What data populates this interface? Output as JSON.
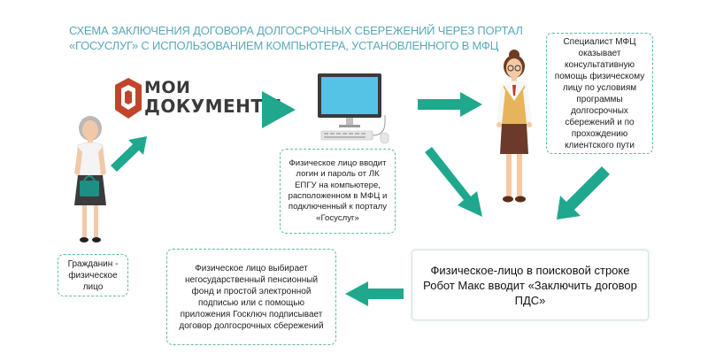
{
  "title": {
    "line1": "СХЕМА ЗАКЛЮЧЕНИЯ ДОГОВОРА ДОЛГОСРОЧНЫХ СБЕРЕЖЕНИЙ ЧЕРЕЗ ПОРТАЛ",
    "line2": "«ГОСУСЛУГ» С ИСПОЛЬЗОВАНИЕМ КОМПЬЮТЕРА, УСТАНОВЛЕННОГО В МФЦ"
  },
  "logo": {
    "line1": "мои",
    "line2": "документы"
  },
  "boxes": {
    "citizen": "Гражданин - физическое лицо",
    "login": "Физическое лицо вводит логин и пароль от ЛК ЕПГУ на компьютере, расположенном в МФЦ и подключенный к порталу «Госуслуг»",
    "specialist": "Специалист МФЦ оказывает консультативную помощь физическому лицу по условиям программы долгосрочных сбережений и по прохождению клиентского пути",
    "search": "Физическое-лицо в поисковой строке Робот Макс вводит «Заключить договор ПДС»",
    "choose": "Физическое лицо выбирает негосударственный пенсионный фонд и простой электронной подписью или с помощью приложения Госключ подписывает договор долгосрочных сбережений"
  },
  "colors": {
    "accent": "#1fa88e",
    "title": "#5aa7b8",
    "dashed_border": "#5fb8a8",
    "logo_red": "#c2452b"
  },
  "icons": [
    "citizen-person-icon",
    "mfc-logo-icon",
    "computer-icon",
    "specialist-person-icon",
    "arrow-icon"
  ]
}
